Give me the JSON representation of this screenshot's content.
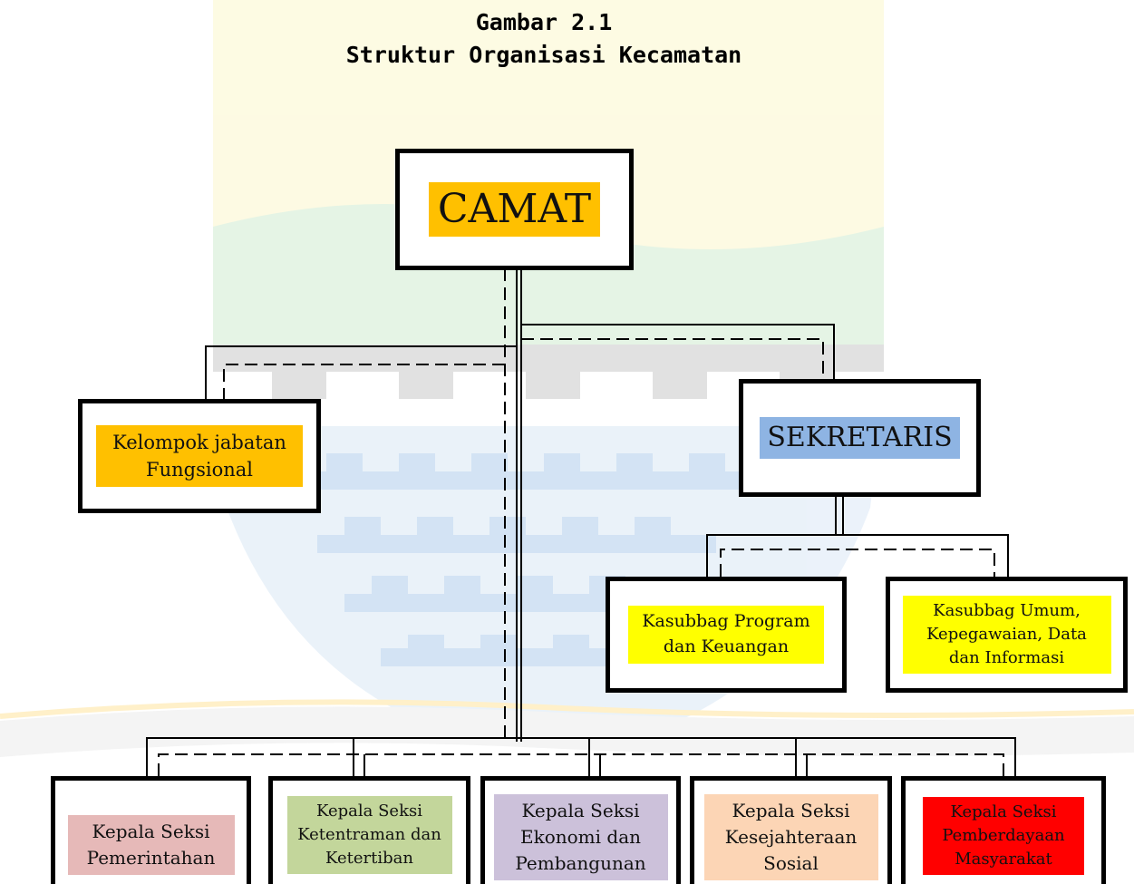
{
  "figure": {
    "number": "Gambar 2.1",
    "title": "Struktur Organisasi Kecamatan"
  },
  "nodes": {
    "camat": {
      "label": "CAMAT",
      "color": "#FFC000"
    },
    "fungsional": {
      "label": "Kelompok jabatan Fungsional",
      "color": "#FFC000"
    },
    "sekretaris": {
      "label": "SEKRETARIS",
      "color": "#8EB4E3"
    },
    "kasubbag_program": {
      "label": "Kasubbag Program dan Keuangan",
      "color": "#FFFF00"
    },
    "kasubbag_umum": {
      "label": "Kasubbag Umum, Kepegawaian, Data dan Informasi",
      "color": "#FFFF00"
    },
    "seksi_pemerintahan": {
      "label": "Kepala Seksi Pemerintahan",
      "color": "#E6B9B8"
    },
    "seksi_ketentraman": {
      "label": "Kepala Seksi Ketentraman dan Ketertiban",
      "color": "#C3D69B"
    },
    "seksi_ekonomi": {
      "label": "Kepala Seksi Ekonomi dan Pembangunan",
      "color": "#CCC1DA"
    },
    "seksi_kesejahteraan": {
      "label": "Kepala Seksi Kesejahteraan Sosial",
      "color": "#FCD5B5"
    },
    "seksi_pemberdayaan": {
      "label": "Kepala Seksi Pemberdayaan Masyarakat",
      "color": "#FF0000"
    }
  }
}
